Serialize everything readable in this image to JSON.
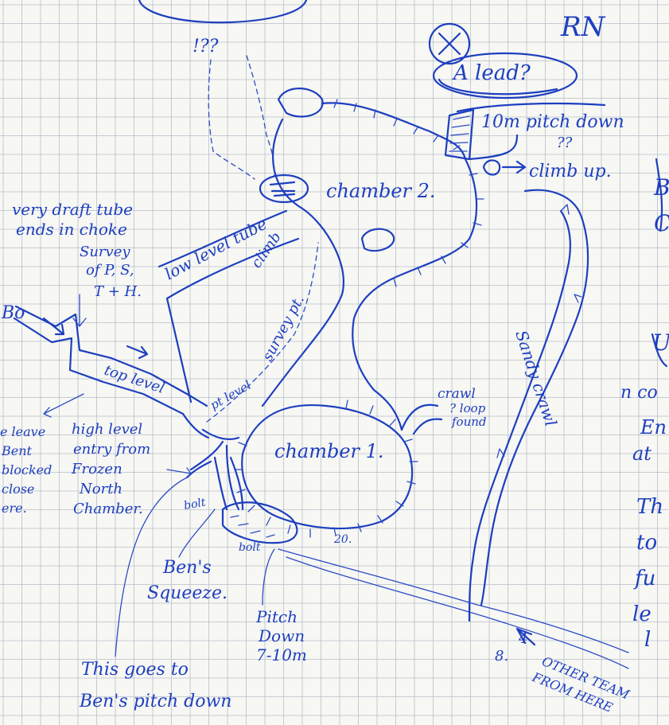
{
  "sheet": {
    "ink_color": "#1d3fbf",
    "paper_color": "#f7f7f4",
    "grid_color": "#b9bfc8"
  },
  "labels": {
    "rn": "RN",
    "top_question": "!??",
    "a_lead": "A lead?",
    "pitch_10m": "10m pitch down",
    "pitch_qmarks": "??",
    "climb_up": "climb up.",
    "chamber_2": "chamber 2.",
    "climb": "climb",
    "low_level_tube": "low level tube",
    "draft_tube_1": "very draft tube",
    "draft_tube_2": "ends in choke",
    "survey_1": "Survey",
    "survey_2": "of P, S,",
    "survey_3": "T + H.",
    "survey_pt": "survey pt.",
    "bo": "Bo",
    "top_level": "top level",
    "pt_level": "pt level",
    "crawl_1": "crawl",
    "crawl_2": "? loop",
    "crawl_3": "found",
    "sandy_crawl": "Sandy crawl",
    "chamber_1": "chamber 1.",
    "left_1": "e leave",
    "left_2": "Bent",
    "left_3": "blocked",
    "left_4": "close",
    "left_5": "ere.",
    "high_level_1": "high level",
    "high_level_2": "entry from",
    "high_level_3": "Frozen",
    "high_level_4": "North",
    "high_level_5": "Chamber.",
    "bolt_1": "bolt",
    "bolt_2": "bolt",
    "angle_20": "20.",
    "bens_squeeze_1": "Ben's",
    "bens_squeeze_2": "Squeeze.",
    "pitch_down_1": "Pitch",
    "pitch_down_2": "Down",
    "pitch_down_3": "7-10m",
    "goes_to_1": "This goes to",
    "goes_to_2": "Ben's pitch down",
    "other_team_1": "OTHER TEAM",
    "other_team_2": "FROM HERE",
    "station_8": "8.",
    "station_4": "4",
    "right_b": "B",
    "right_c": "C",
    "right_u": "U",
    "right_co": "n co",
    "right_en": "En",
    "right_at": "at",
    "right_th": "Th",
    "right_to": "to",
    "right_fu": "fu",
    "right_le": "le",
    "right_l": "l"
  }
}
